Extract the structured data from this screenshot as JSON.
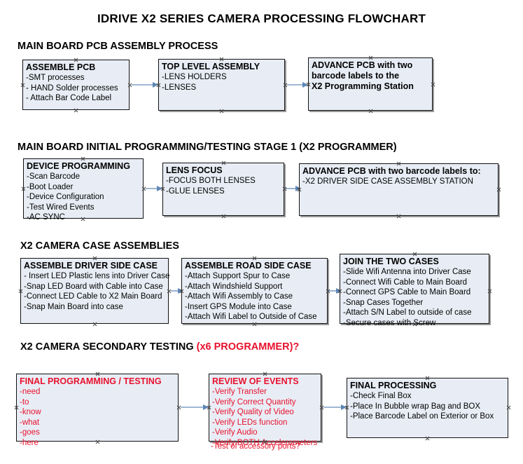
{
  "title": "IDRIVE X2  SERIES CAMERA PROCESSING FLOWCHART",
  "colors": {
    "box_fill": "#e8edf5",
    "box_border": "#111111",
    "box_shadow": "#9a9a9a",
    "text": "#000000",
    "accent_red": "#e8112d",
    "arrow": "#7f9fc4"
  },
  "sections": [
    {
      "header": "MAIN BOARD PCB ASSEMBLY PROCESS",
      "header_suffix": "",
      "boxes": [
        {
          "title": "ASSEMBLE PCB",
          "lines": [
            "-SMT processes",
            "- HAND Solder processes",
            "- Attach Bar Code Label"
          ]
        },
        {
          "title": "TOP LEVEL ASSEMBLY",
          "lines": [
            "-LENS HOLDERS",
            "-LENSES"
          ]
        },
        {
          "title": "ADVANCE PCB with two",
          "lines": [
            "barcode labels to the",
            " X2 Programming Station"
          ]
        }
      ]
    },
    {
      "header": "MAIN BOARD INITIAL PROGRAMMING/TESTING STAGE 1 (X2 PROGRAMMER)",
      "header_suffix": "",
      "boxes": [
        {
          "title": "DEVICE PROGRAMMING",
          "lines": [
            "-Scan Barcode",
            "-Boot Loader",
            "-Device Configuration",
            "-Test Wired Events",
            "-AC SYNC"
          ]
        },
        {
          "title": "LENS FOCUS",
          "lines": [
            "-FOCUS BOTH LENSES",
            "-GLUE LENSES"
          ]
        },
        {
          "title": "ADVANCE PCB with two barcode labels to:",
          "lines": [
            "-X2 DRIVER  SIDE  CASE  ASSEMBLY STATION"
          ]
        }
      ]
    },
    {
      "header": "X2 CAMERA CASE ASSEMBLIES",
      "header_suffix": "",
      "boxes": [
        {
          "title": "ASSEMBLE DRIVER SIDE CASE",
          "lines": [
            "- Insert LED Plastic lens into Driver Case",
            "-Snap LED Board with Cable into Case",
            "-Connect LED Cable to X2 Main Board",
            "-Snap Main Board into case"
          ]
        },
        {
          "title": "ASSEMBLE ROAD SIDE CASE",
          "lines": [
            "-Attach Support Spur to Case",
            "-Attach Windshield Support",
            "-Attach Wifi Assembly to Case",
            "-Insert GPS Module into Case",
            "-Attach Wifi Label to Outside of Case"
          ]
        },
        {
          "title": "JOIN THE TWO CASES",
          "lines": [
            "-Slide Wifi Antenna into Driver Case",
            "-Connect Wifi Cable to Main Board",
            "-Connect GPS Cable to Main Board",
            "-Snap Cases Together",
            "-Attach S/N Label to outside of case",
            "-Secure cases with Screw"
          ]
        }
      ]
    },
    {
      "header": "X2 CAMERA SECONDARY TESTING ",
      "header_suffix": "(x6 PROGRAMMER)?",
      "boxes": [
        {
          "title": "FINAL PROGRAMMING / TESTING",
          "lines": [
            "-need",
            "-to",
            "-know",
            "-what",
            "-goes",
            "-here"
          ]
        },
        {
          "title": "REVIEW OF EVENTS",
          "lines": [
            "-Verify Transfer",
            "-Verify Correct Quantity",
            "-Verify Quality of Video",
            "-Verify LEDs function",
            "-Verify Audio",
            "-Verify BOTH Accelerometers"
          ],
          "overflow_line": "-Test of accessory ports?"
        },
        {
          "title": "FINAL PROCESSING",
          "lines": [
            " -Check Final Box",
            "-Place In Bubble wrap Bag and BOX",
            "-Place Barcode Label on Exterior or Box"
          ]
        }
      ]
    }
  ]
}
